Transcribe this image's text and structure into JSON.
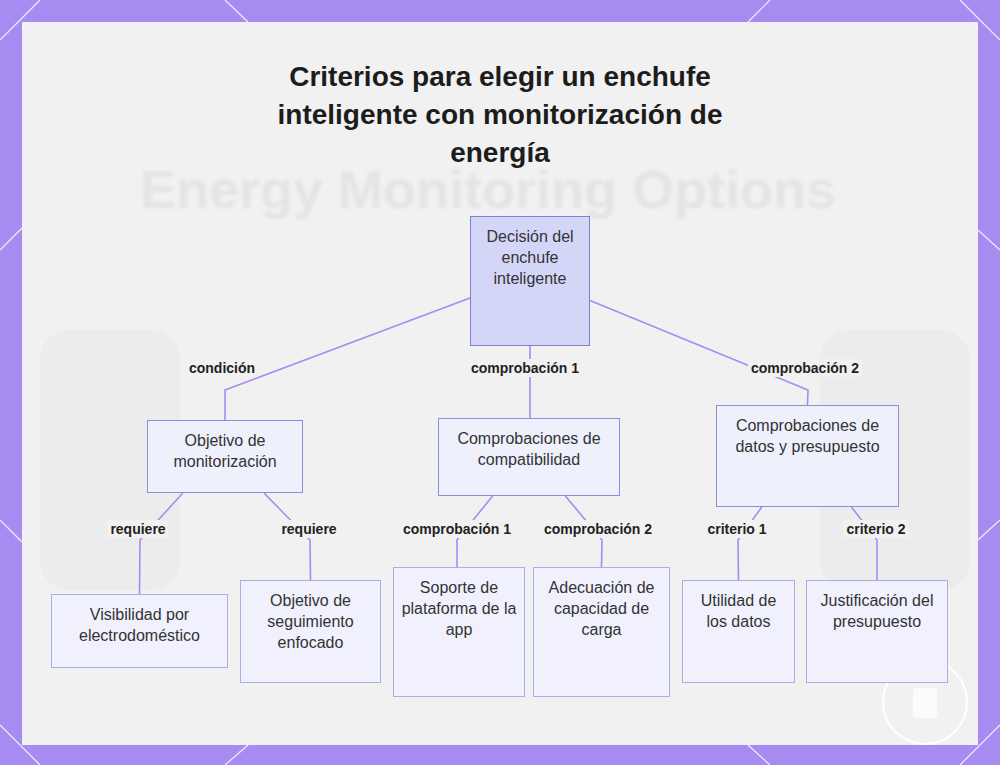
{
  "diagram": {
    "title": "Criterios para elegir un enchufe inteligente con monitorización de energía",
    "nodes": [
      {
        "text": [
          "Decisión del enchufe inteligente"
        ]
      },
      {
        "text": [
          "Objetivo de monitorización"
        ]
      },
      {
        "text": [
          "Comprobaciones de compatibilidad"
        ]
      },
      {
        "text": [
          "Comprobaciones de datos y presupuesto"
        ]
      },
      {
        "text": [
          "Visibilidad por electrodoméstico"
        ]
      },
      {
        "text": [
          "Objetivo de seguimiento enfocado"
        ]
      },
      {
        "text": [
          "Soporte de plataforma de la app"
        ]
      },
      {
        "text": [
          "Adecuación de capacidad de carga"
        ]
      },
      {
        "text": [
          "Utilidad de los datos"
        ]
      },
      {
        "text": [
          "Justificación del presupuesto"
        ]
      }
    ],
    "edges": [
      {
        "from": 0,
        "to": 1,
        "label": "condición",
        "arrow": "none"
      },
      {
        "from": 0,
        "to": 2,
        "label": "comprobación 1",
        "arrow": "none"
      },
      {
        "from": 0,
        "to": 3,
        "label": "comprobación 2",
        "arrow": "none"
      },
      {
        "from": 1,
        "to": 4,
        "label": "requiere",
        "arrow": "none"
      },
      {
        "from": 1,
        "to": 5,
        "label": "requiere",
        "arrow": "none"
      },
      {
        "from": 2,
        "to": 6,
        "label": "comprobación 1",
        "arrow": "none"
      },
      {
        "from": 2,
        "to": 7,
        "label": "comprobación 2",
        "arrow": "none"
      },
      {
        "from": 3,
        "to": 8,
        "label": "criterio 1",
        "arrow": "none"
      },
      {
        "from": 3,
        "to": 9,
        "label": "criterio 2",
        "arrow": "none"
      }
    ],
    "labels": [
      "Energy Monitoring Options"
    ]
  }
}
